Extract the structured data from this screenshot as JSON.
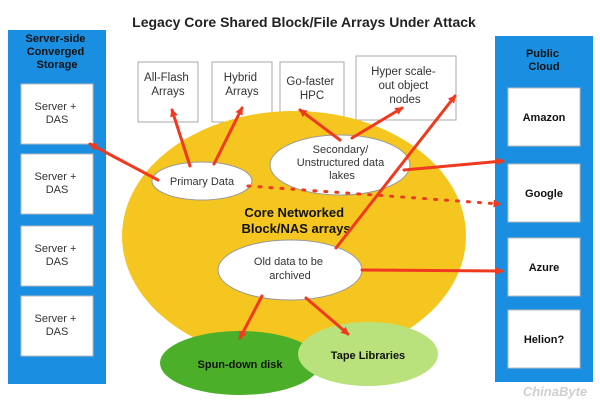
{
  "title": "Legacy Core Shared Block/File Arrays Under Attack",
  "left_panel": {
    "title_lines": [
      "Server-side",
      "Converged",
      "Storage"
    ],
    "servers": [
      [
        "Server +",
        "DAS"
      ],
      [
        "Server +",
        "DAS"
      ],
      [
        "Server +",
        "DAS"
      ],
      [
        "Server +",
        "DAS"
      ]
    ]
  },
  "right_panel": {
    "title_lines": [
      "Public",
      "Cloud"
    ],
    "providers": [
      "Amazon",
      "Google",
      "Azure",
      "Helion?"
    ]
  },
  "top_boxes": [
    [
      "All-Flash",
      "Arrays"
    ],
    [
      "Hybrid",
      "Arrays"
    ],
    [
      "Go-faster",
      "HPC"
    ],
    [
      "Hyper scale-",
      "out object",
      "nodes"
    ]
  ],
  "core": {
    "label_lines": [
      "Core Networked",
      "Block/NAS arrays"
    ],
    "primary": "Primary Data",
    "secondary_lines": [
      "Secondary/",
      "Unstructured data",
      "lakes"
    ],
    "archive_lines": [
      "Old data to be",
      "archived"
    ]
  },
  "bottom": {
    "spun_down": "Spun-down disk",
    "tape": "Tape Libraries"
  },
  "watermark": "ChinaByte",
  "colors": {
    "blue": "#1a8ee0",
    "yellow": "#f5c61f",
    "red": "#f03a20",
    "green_dark": "#4caf2a",
    "green_light": "#b9e27c"
  }
}
